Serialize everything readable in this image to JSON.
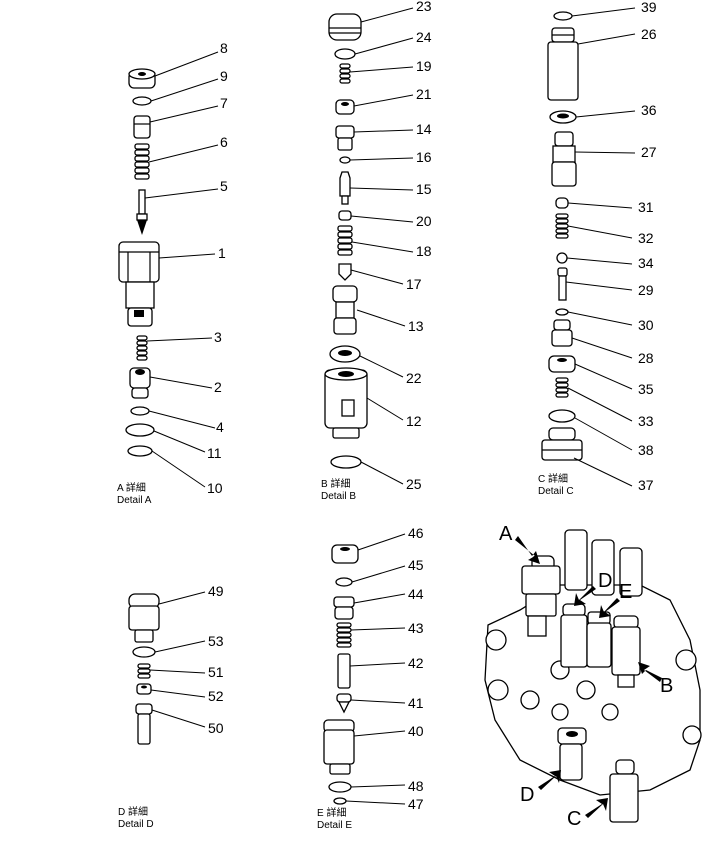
{
  "details": [
    {
      "id": "A",
      "caption_jp": "A 詳細",
      "caption_en": "Detail A"
    },
    {
      "id": "B",
      "caption_jp": "B 詳細",
      "caption_en": "Detail B"
    },
    {
      "id": "C",
      "caption_jp": "C 詳細",
      "caption_en": "Detail C"
    },
    {
      "id": "D",
      "caption_jp": "D 詳細",
      "caption_en": "Detail D"
    },
    {
      "id": "E",
      "caption_jp": "E 詳細",
      "caption_en": "Detail E"
    }
  ],
  "part_numbers": {
    "a": [
      "8",
      "9",
      "7",
      "6",
      "5",
      "1",
      "3",
      "2",
      "4",
      "11",
      "10"
    ],
    "b": [
      "23",
      "24",
      "19",
      "21",
      "14",
      "16",
      "15",
      "20",
      "18",
      "17",
      "13",
      "22",
      "12",
      "25"
    ],
    "c": [
      "39",
      "26",
      "36",
      "27",
      "31",
      "32",
      "34",
      "29",
      "30",
      "28",
      "35",
      "33",
      "38",
      "37"
    ],
    "d": [
      "49",
      "53",
      "51",
      "52",
      "50"
    ],
    "e": [
      "46",
      "45",
      "44",
      "43",
      "42",
      "41",
      "40",
      "48",
      "47"
    ]
  },
  "assembly_letters": [
    "A",
    "D",
    "E",
    "B",
    "D",
    "C"
  ]
}
